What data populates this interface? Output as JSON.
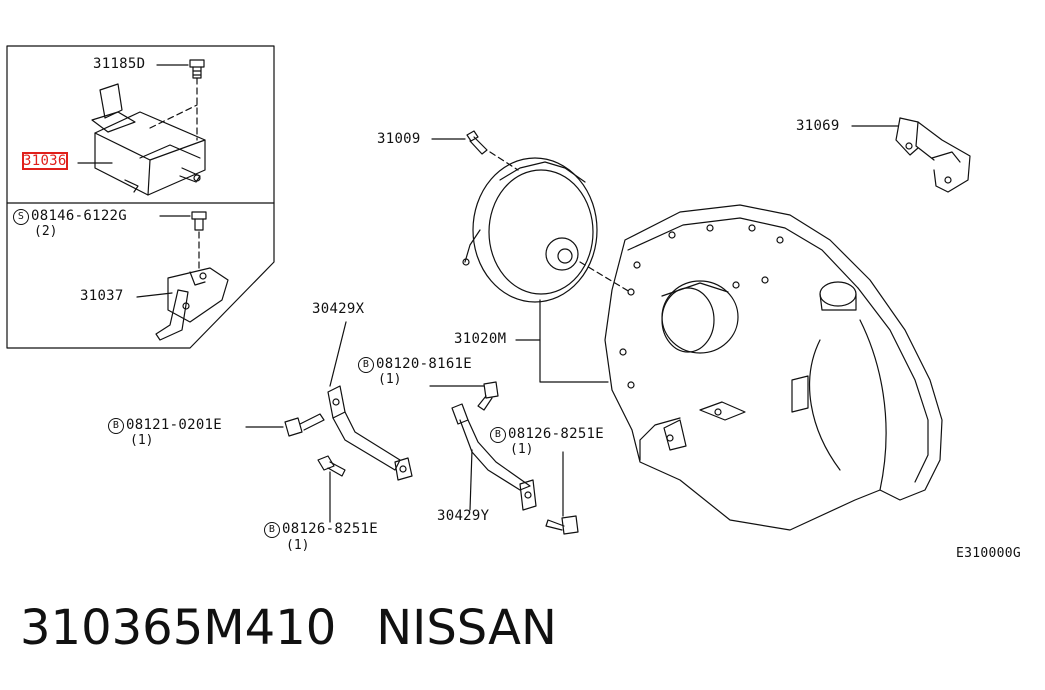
{
  "labels": {
    "p31185D": "31185D",
    "p31036": "31036",
    "p08146": "08146-6122G",
    "p08146_qty": "(2)",
    "p31037": "31037",
    "p31009": "31009",
    "p31069": "31069",
    "p30429X": "30429X",
    "p31020M": "31020M",
    "p08120": "08120-8161E",
    "p08120_qty": "(1)",
    "p08121": "08121-0201E",
    "p08121_qty": "(1)",
    "p08126a": "08126-8251E",
    "p08126a_qty": "(1)",
    "p08126b": "08126-8251E",
    "p08126b_qty": "(1)",
    "p30429Y": "30429Y",
    "figure_code": "E310000G"
  },
  "symbols": {
    "s": "S",
    "b": "B"
  },
  "footer": {
    "part_number": "310365M410",
    "brand": "NISSAN"
  },
  "colors": {
    "highlight": "#e0201b",
    "line": "#111111"
  }
}
